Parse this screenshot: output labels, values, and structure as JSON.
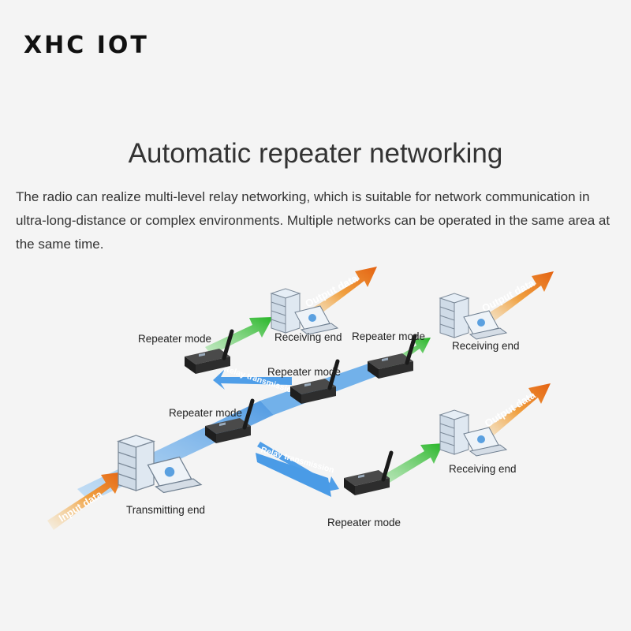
{
  "brand": "XHC IOT",
  "title": "Automatic repeater networking",
  "description": "The radio can realize multi-level relay networking, which is suitable for network communication in ultra-long-distance or complex environments. Multiple networks can be operated in the same area at the same time.",
  "labels": {
    "repeater_mode": "Repeater mode",
    "receiving_end": "Receiving end",
    "transmitting_end": "Transmitting end",
    "relay_transmission": "Relay transmission",
    "output_data": "Output data",
    "input_data": "Input data"
  },
  "colors": {
    "output_arrow": "#e8731a",
    "green_arrow": "#3cc13c",
    "blue_band": "#4f9ee8",
    "device_body": "#2b2b2b"
  }
}
